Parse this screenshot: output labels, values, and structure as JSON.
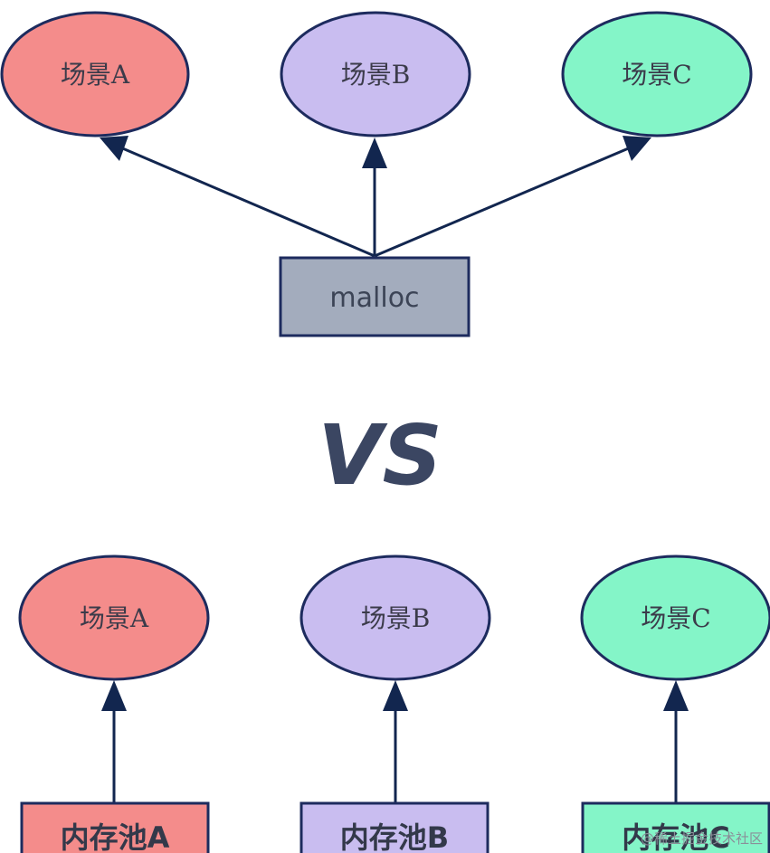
{
  "top": {
    "scenes": [
      {
        "label": "场景A",
        "fill": "#f48c8b"
      },
      {
        "label": "场景B",
        "fill": "#c9bdf0"
      },
      {
        "label": "场景C",
        "fill": "#84f5c8"
      }
    ],
    "allocator": {
      "label": "malloc",
      "fill": "#a3acbd"
    }
  },
  "separator": {
    "label": "VS"
  },
  "bottom": {
    "scenes": [
      {
        "label": "场景A",
        "fill": "#f48c8b"
      },
      {
        "label": "场景B",
        "fill": "#c9bdf0"
      },
      {
        "label": "场景C",
        "fill": "#84f5c8"
      }
    ],
    "pools": [
      {
        "label": "内存池A",
        "fill": "#f48c8b"
      },
      {
        "label": "内存池B",
        "fill": "#c9bdf0"
      },
      {
        "label": "内存池C",
        "fill": "#84f5c8"
      }
    ]
  },
  "watermark": "@稀土掘金技术社区",
  "colors": {
    "stroke": "#1d2b5e",
    "arrow": "#12264f"
  }
}
